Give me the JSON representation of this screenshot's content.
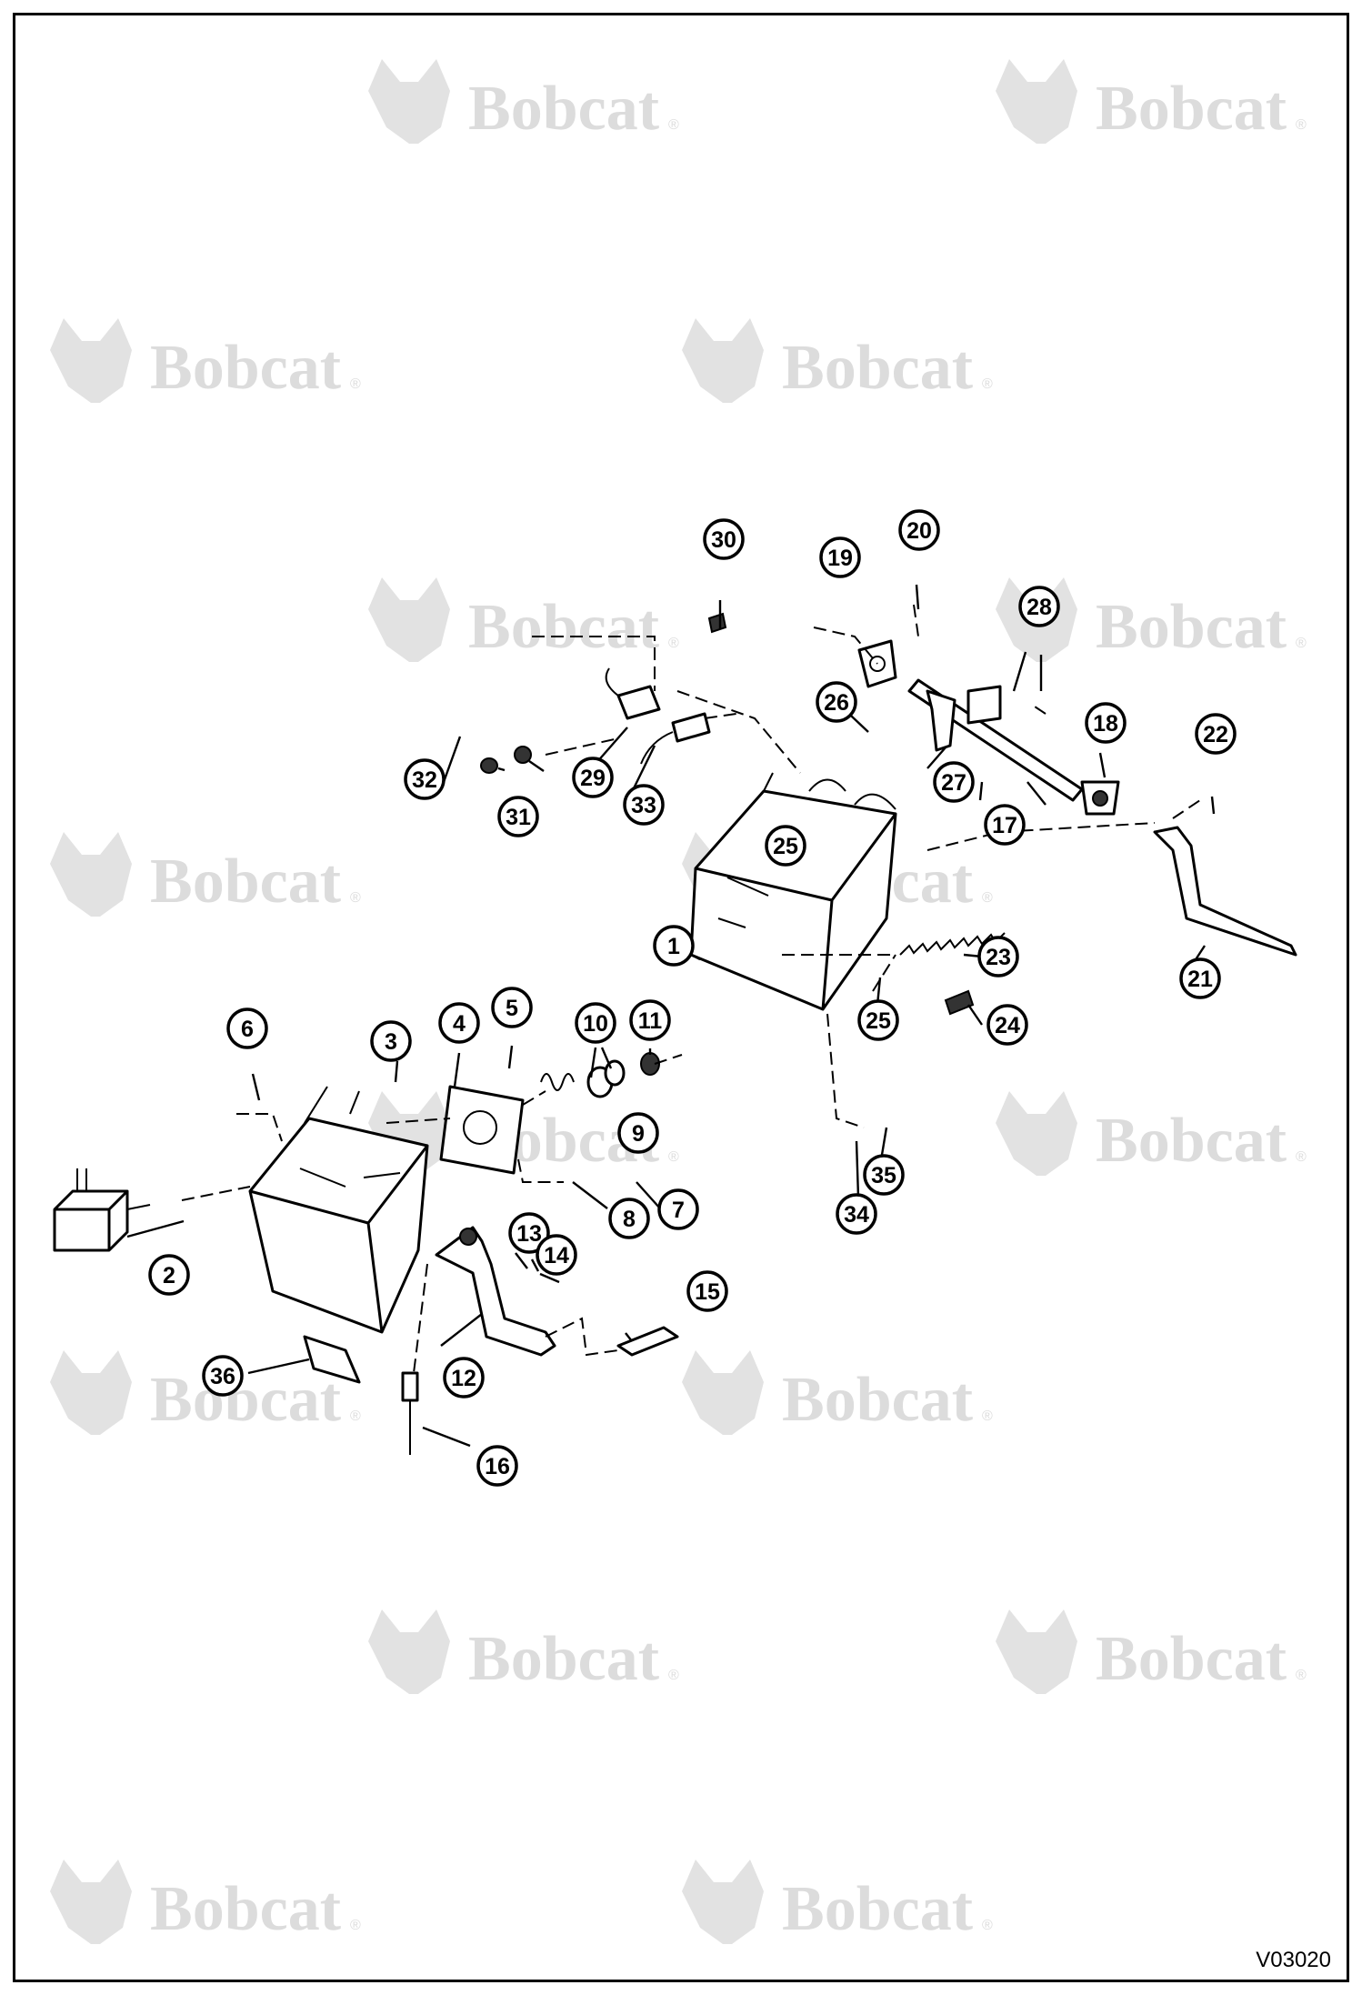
{
  "watermark": {
    "text": "Bobcat",
    "mark": "®"
  },
  "drawing_code": "V03020",
  "callouts": [
    "1",
    "2",
    "3",
    "4",
    "5",
    "6",
    "7",
    "8",
    "9",
    "10",
    "11",
    "12",
    "13",
    "14",
    "15",
    "16",
    "17",
    "18",
    "19",
    "20",
    "21",
    "22",
    "23",
    "24",
    "25",
    "25",
    "26",
    "27",
    "28",
    "29",
    "30",
    "31",
    "32",
    "33",
    "34",
    "35",
    "36"
  ]
}
